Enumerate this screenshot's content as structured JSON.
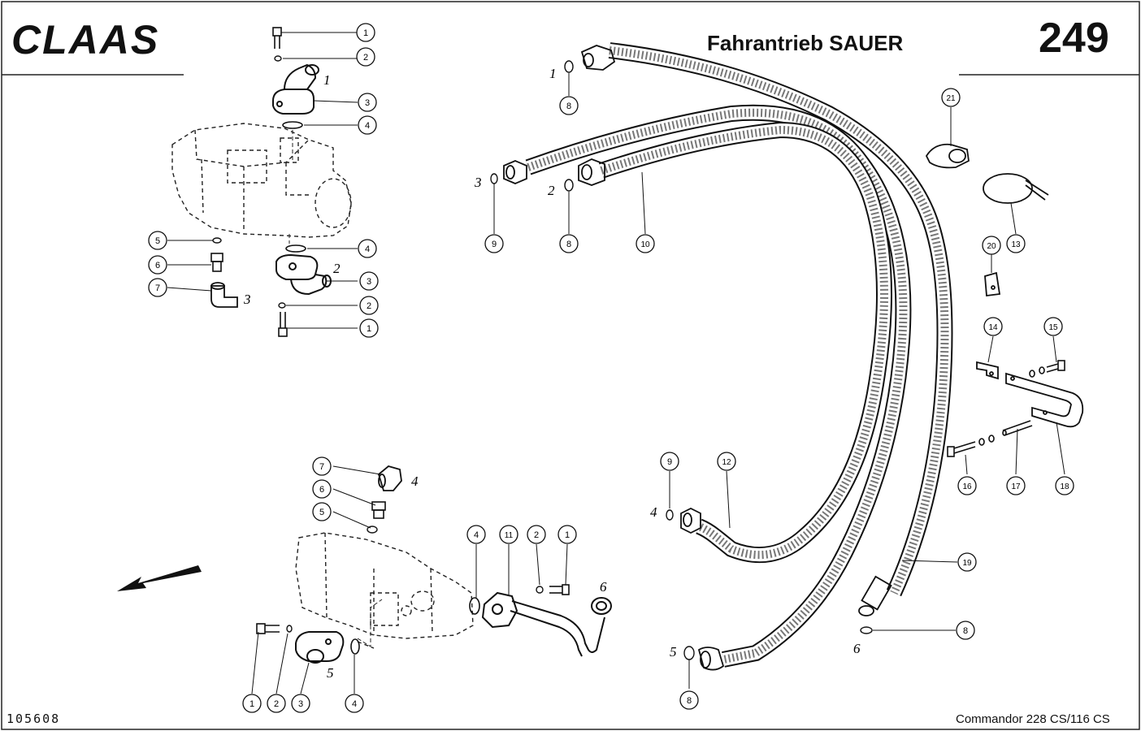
{
  "header": {
    "brand": "CLAAS",
    "title": "Fahrantrieb SAUER",
    "page_number": "249"
  },
  "footer": {
    "drawing_number": "105608",
    "model": "Commandor 228 CS/116 CS"
  },
  "callouts": [
    {
      "n": "1"
    },
    {
      "n": "2"
    },
    {
      "n": "3"
    },
    {
      "n": "4"
    },
    {
      "n": "4"
    },
    {
      "n": "3"
    },
    {
      "n": "2"
    },
    {
      "n": "1"
    },
    {
      "n": "5"
    },
    {
      "n": "6"
    },
    {
      "n": "7"
    },
    {
      "n": "8"
    },
    {
      "n": "9"
    },
    {
      "n": "8"
    },
    {
      "n": "10"
    },
    {
      "n": "21"
    },
    {
      "n": "13"
    },
    {
      "n": "20"
    },
    {
      "n": "14"
    },
    {
      "n": "15"
    },
    {
      "n": "16"
    },
    {
      "n": "17"
    },
    {
      "n": "18"
    },
    {
      "n": "9"
    },
    {
      "n": "12"
    },
    {
      "n": "19"
    },
    {
      "n": "8"
    },
    {
      "n": "8"
    },
    {
      "n": "7"
    },
    {
      "n": "6"
    },
    {
      "n": "5"
    },
    {
      "n": "4"
    },
    {
      "n": "11"
    },
    {
      "n": "2"
    },
    {
      "n": "1"
    },
    {
      "n": "1"
    },
    {
      "n": "2"
    },
    {
      "n": "3"
    },
    {
      "n": "4"
    }
  ],
  "position_labels": [
    {
      "text": "1"
    },
    {
      "text": "2"
    },
    {
      "text": "3"
    },
    {
      "text": "1"
    },
    {
      "text": "3"
    },
    {
      "text": "2"
    },
    {
      "text": "4"
    },
    {
      "text": "5"
    },
    {
      "text": "6"
    },
    {
      "text": "4"
    },
    {
      "text": "6"
    },
    {
      "text": "5"
    }
  ]
}
